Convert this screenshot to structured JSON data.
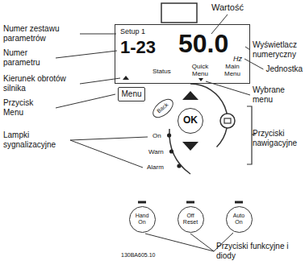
{
  "diagram": {
    "nodes": [
      {
        "text": [
          "Setup 1",
          "1-23",
          "50.0",
          "Hz",
          "Status",
          "Quick Menu",
          "Main Menu"
        ]
      },
      {
        "text": [
          "Menu"
        ]
      },
      {
        "text": [
          "Back"
        ]
      },
      {
        "text": [
          "OK"
        ]
      },
      {
        "text": [
          "Hand On"
        ]
      },
      {
        "text": [
          "Off Reset"
        ]
      },
      {
        "text": [
          "Auto On"
        ]
      }
    ],
    "labels": [
      "Wartość",
      "Numer zestawu parametrów",
      "Numer parametru",
      "Wyświetlacz numeryczny",
      "Jednostka",
      "Kierunek obrotów silnika",
      "Wybrane menu",
      "Przycisk Menu",
      "Przyciski nawigacyjne",
      "Lampki sygnalizacyjne",
      "On",
      "Warn",
      "Alarm",
      "Przyciski funkcyjne i diody",
      "130BA605.10"
    ]
  }
}
